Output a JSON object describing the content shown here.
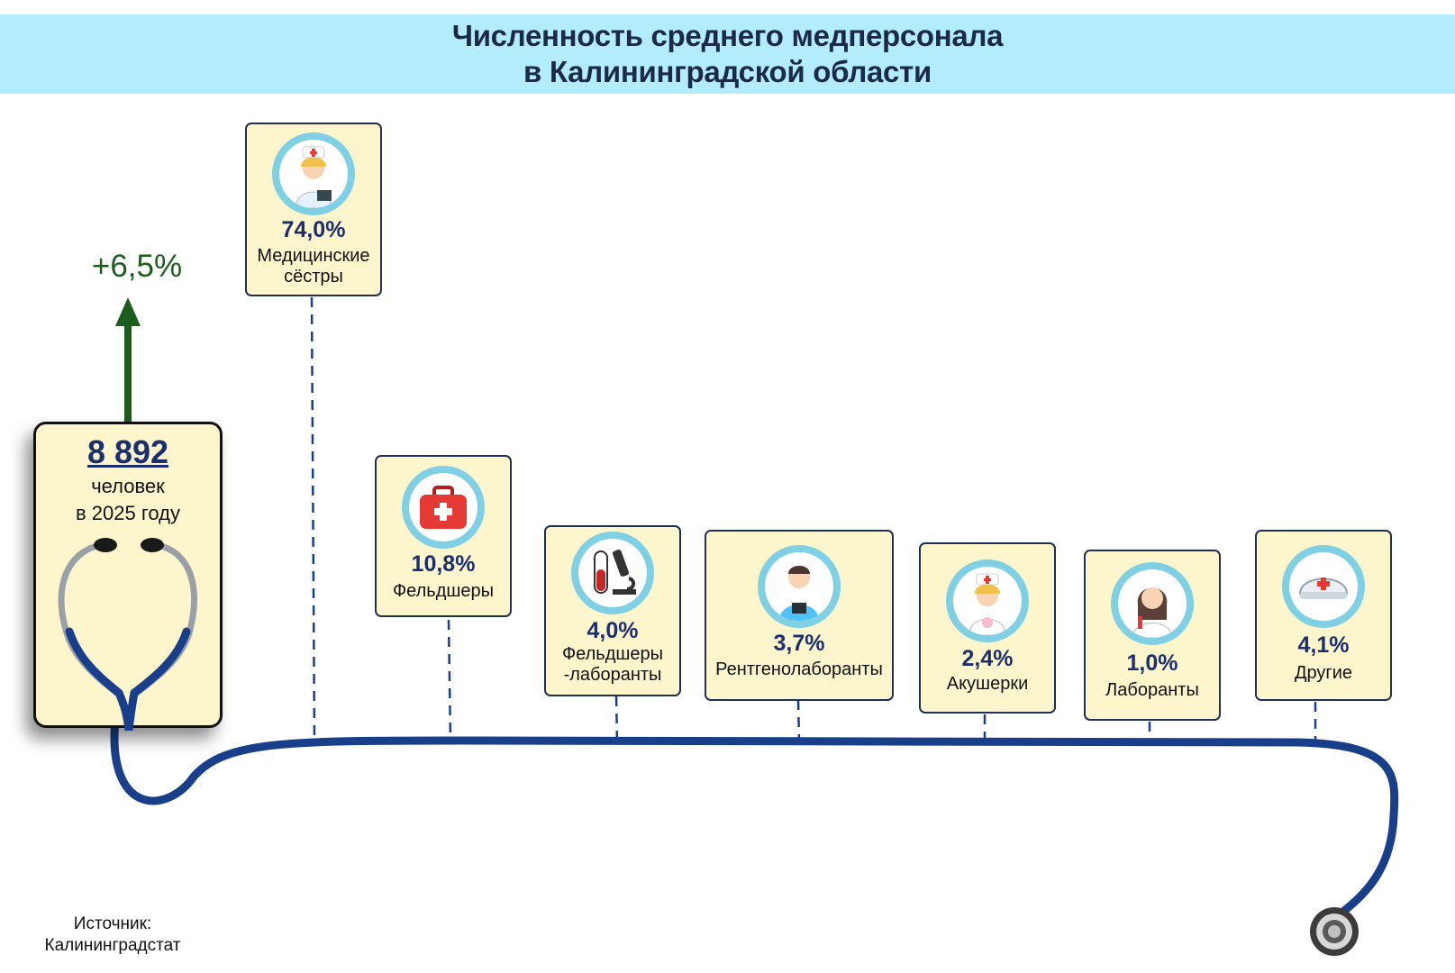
{
  "title": {
    "line1": "Численность среднего медперсонала",
    "line2": "в Калининградской области"
  },
  "total": {
    "value": "8 892",
    "unit": "человек",
    "year_text": "в 2025 году",
    "growth": "+6,5%"
  },
  "categories": [
    {
      "percent": "74,0%",
      "label": "Медицинские\nсёстры",
      "icon": "nurse-with-tablet-icon"
    },
    {
      "percent": "10,8%",
      "label": "Фельдшеры",
      "icon": "first-aid-kit-icon"
    },
    {
      "percent": "4,0%",
      "label": "Фельдшеры\n-лаборанты",
      "icon": "test-tube-microscope-icon"
    },
    {
      "percent": "3,7%",
      "label": "Рентгенолаборанты",
      "icon": "radiology-technician-icon"
    },
    {
      "percent": "2,4%",
      "label": "Акушерки",
      "icon": "midwife-icon"
    },
    {
      "percent": "1,0%",
      "label": "Лаборанты",
      "icon": "lab-assistant-icon"
    },
    {
      "percent": "4,1%",
      "label": "Другие",
      "icon": "nurse-cap-icon"
    }
  ],
  "source": {
    "label": "Источник:",
    "name": "Калининградстат"
  },
  "colors": {
    "banner": "#b3ecfa",
    "card": "#fdf6cc",
    "tube": "#1a3f8a",
    "growth": "#1e5c1e",
    "percent_text": "#1b2f6e",
    "medallion_ring": "#7fd0e4"
  }
}
